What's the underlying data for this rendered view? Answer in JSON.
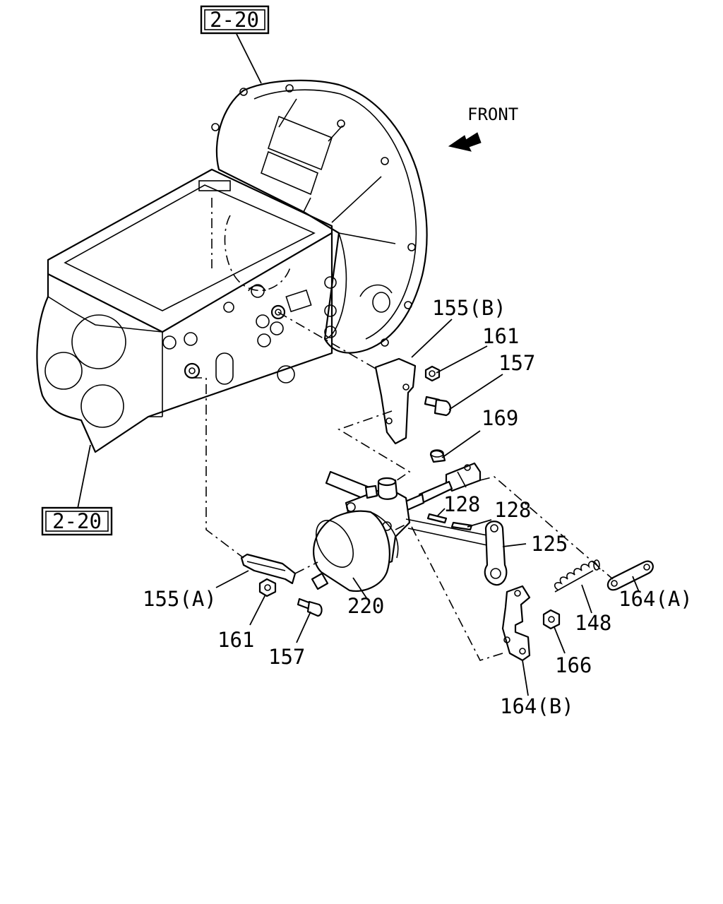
{
  "direction_label": "FRONT",
  "refs": {
    "top": "2-20",
    "left": "2-20"
  },
  "parts": {
    "p155b": "155(B)",
    "p161_right": "161",
    "p157_right": "157",
    "p169": "169",
    "p128_a": "128",
    "p128_b": "128",
    "p125": "125",
    "p155a": "155(A)",
    "p220": "220",
    "p161_left": "161",
    "p157_left": "157",
    "p164a": "164(A)",
    "p148": "148",
    "p166": "166",
    "p164b": "164(B)"
  }
}
